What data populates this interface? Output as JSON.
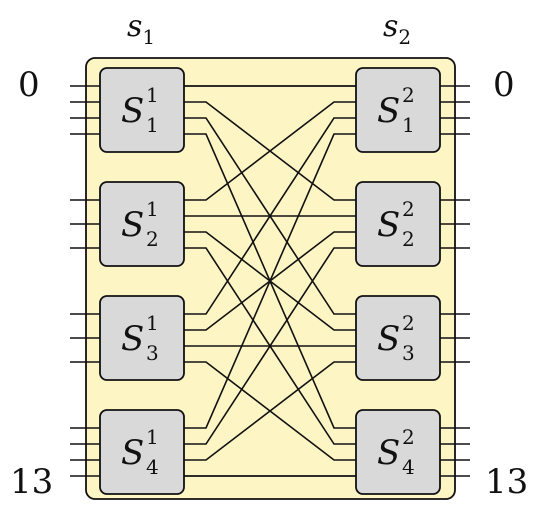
{
  "stages": [
    {
      "var": "s",
      "index": "1"
    },
    {
      "var": "s",
      "index": "2"
    }
  ],
  "ports": {
    "left_top": "0",
    "left_bottom": "13",
    "right_top": "0",
    "right_bottom": "13"
  },
  "switches": {
    "stage1": [
      {
        "name": "S",
        "sup": "1",
        "sub": "1"
      },
      {
        "name": "S",
        "sup": "1",
        "sub": "2"
      },
      {
        "name": "S",
        "sup": "1",
        "sub": "3"
      },
      {
        "name": "S",
        "sup": "1",
        "sub": "4"
      }
    ],
    "stage2": [
      {
        "name": "S",
        "sup": "2",
        "sub": "1"
      },
      {
        "name": "S",
        "sup": "2",
        "sub": "2"
      },
      {
        "name": "S",
        "sup": "2",
        "sub": "3"
      },
      {
        "name": "S",
        "sup": "2",
        "sub": "4"
      }
    ]
  },
  "colors": {
    "panel_fill": "#fdf5c4",
    "panel_stroke": "#111111",
    "switch_fill": "#d9d9d9",
    "switch_stroke": "#111111"
  }
}
